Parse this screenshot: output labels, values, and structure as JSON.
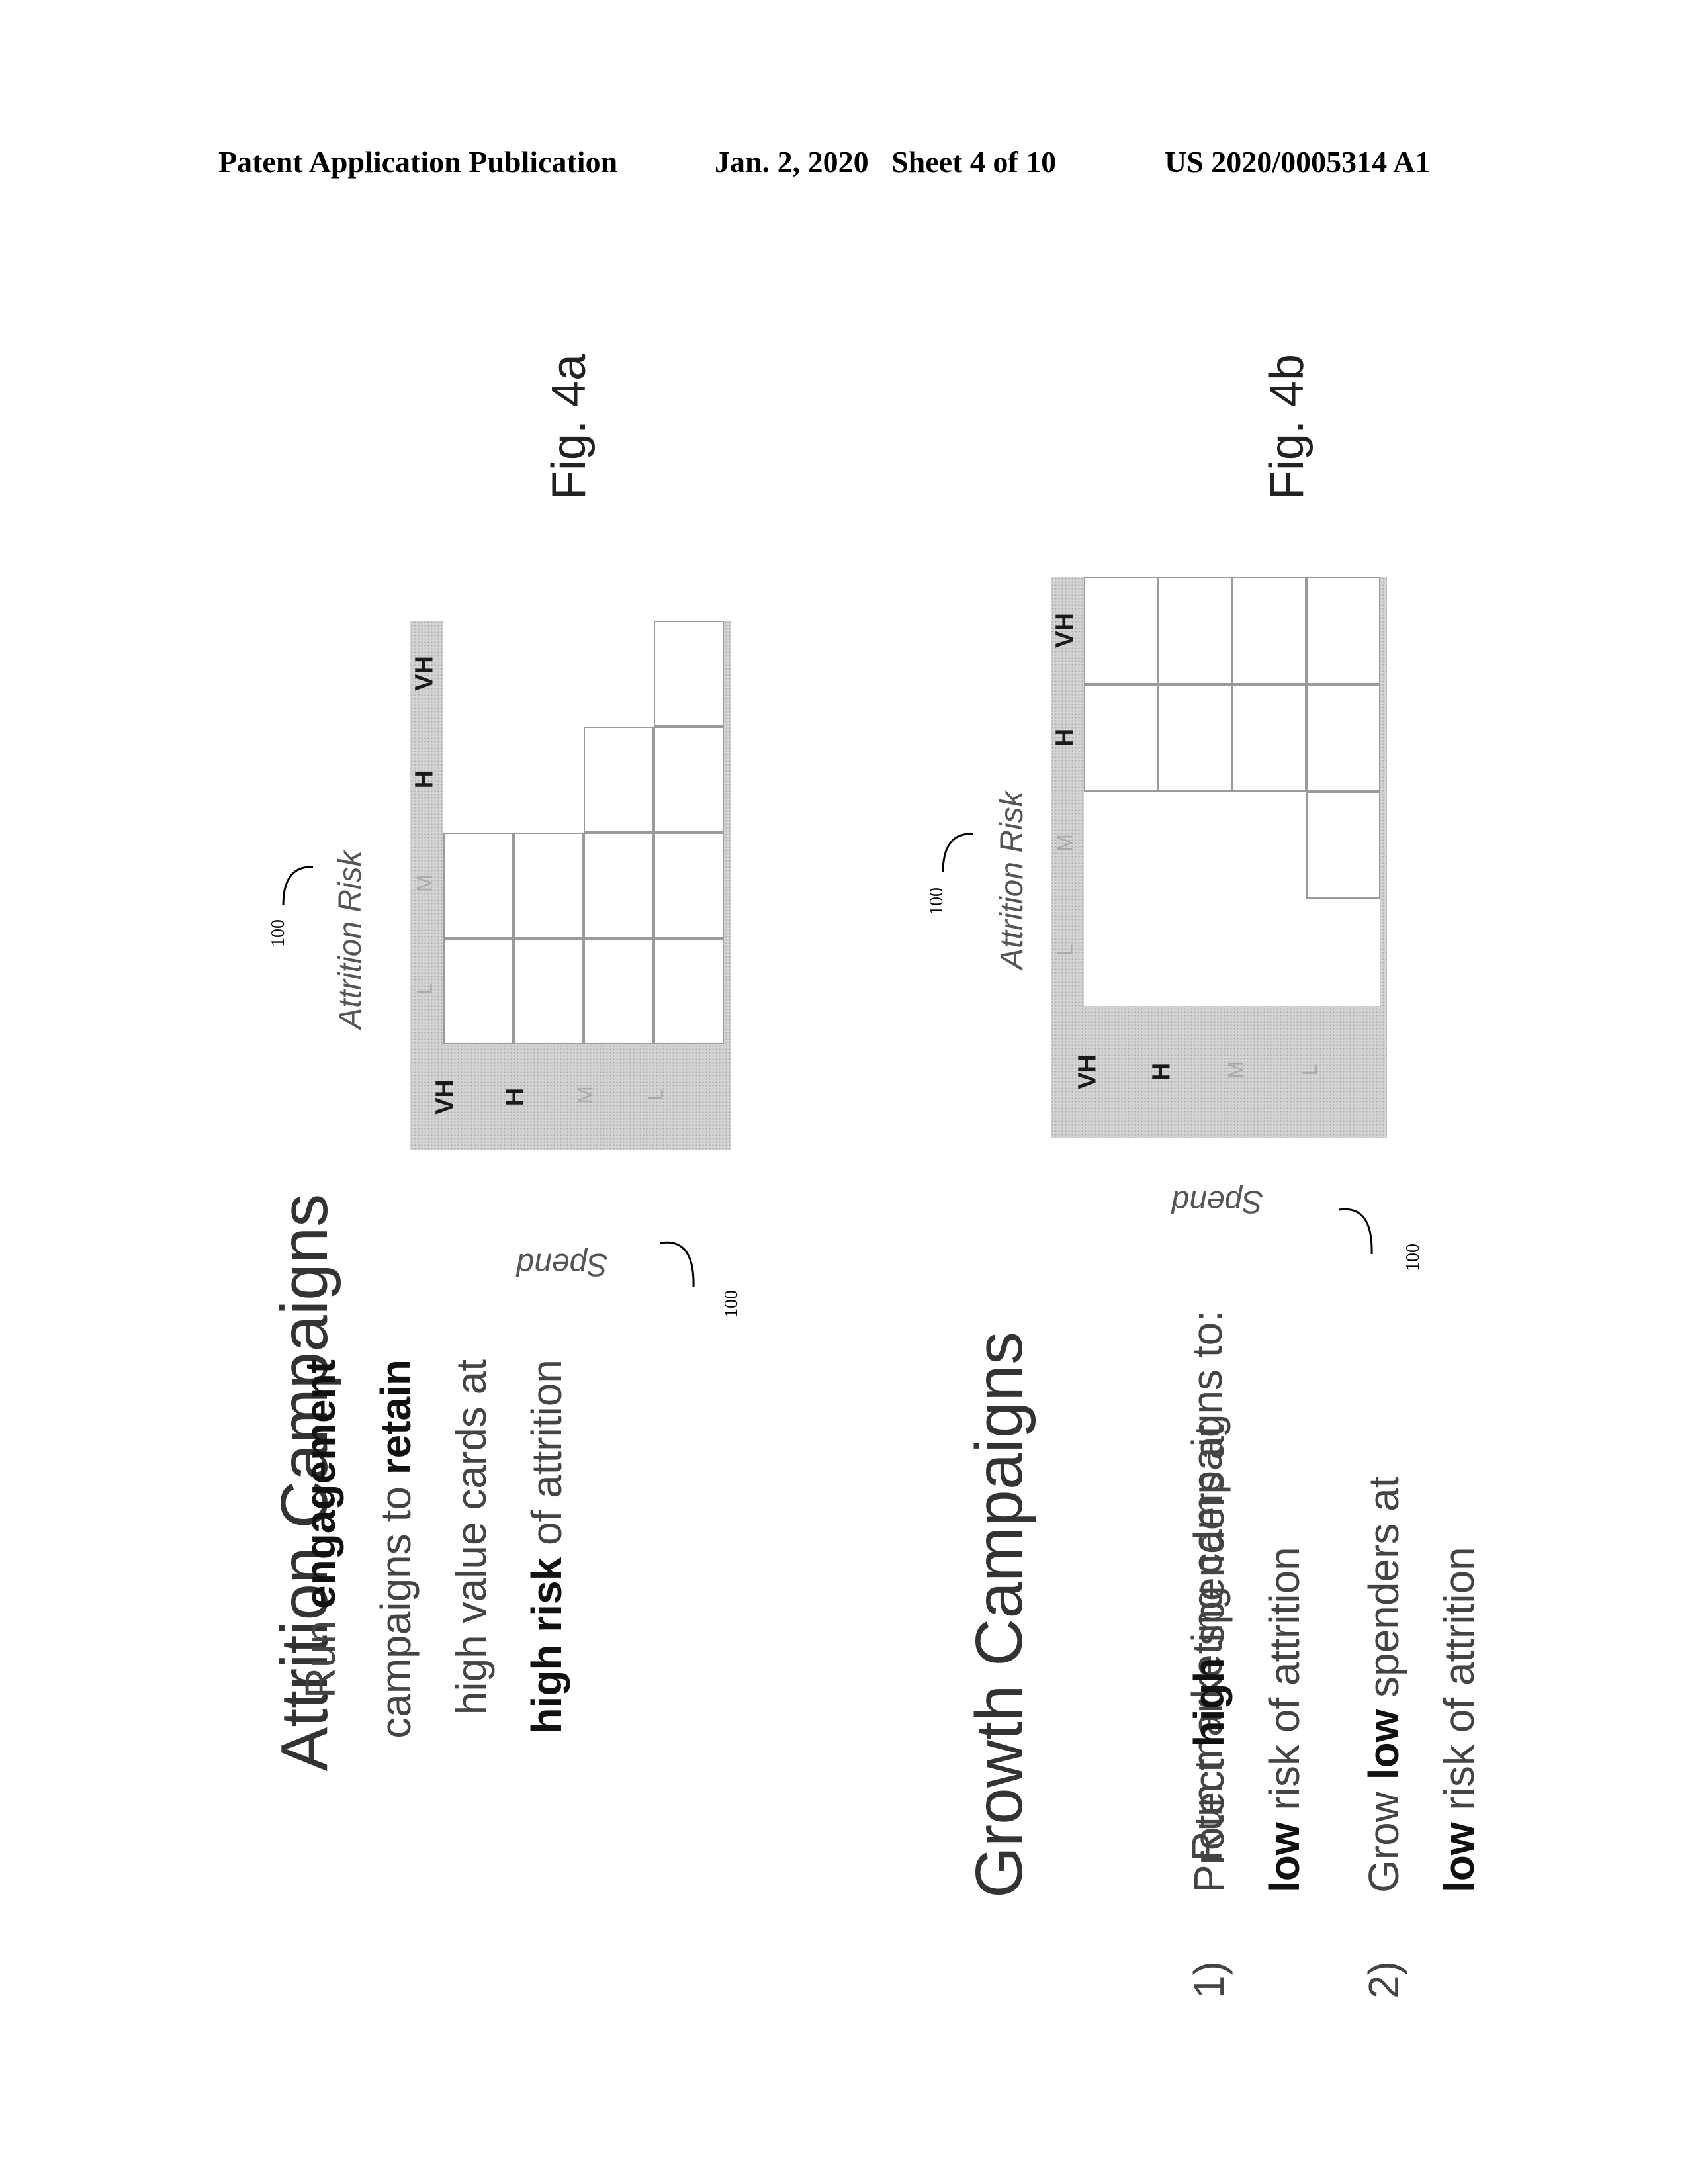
{
  "header": {
    "publication": "Patent Application Publication",
    "date_sheet": "Jan. 2, 2020   Sheet 4 of 10",
    "number": "US 2020/0005314 A1"
  },
  "fig_a": {
    "label": "Fig. 4a",
    "title": "Attrition Campaigns",
    "body_lines": [
      [
        {
          "t": "Run "
        },
        {
          "t": "engagement",
          "b": true
        }
      ],
      [
        {
          "t": "campaigns to "
        },
        {
          "t": "retain",
          "b": true
        }
      ],
      [
        {
          "t": "high value cards at"
        }
      ],
      [
        {
          "t": "high risk",
          "b": true
        },
        {
          "t": " of attrition"
        }
      ]
    ],
    "axis_top": "Attrition Risk",
    "axis_side": "Spend",
    "ref_top": "100",
    "ref_side": "100",
    "col_labels": [
      "VH",
      "H",
      "M",
      "L"
    ],
    "row_labels": [
      "VH",
      "H",
      "M",
      "L"
    ],
    "highlight": [
      [
        1,
        1,
        0,
        0
      ],
      [
        1,
        1,
        0,
        0
      ],
      [
        1,
        0,
        0,
        0
      ],
      [
        0,
        0,
        0,
        0
      ]
    ]
  },
  "fig_b": {
    "label": "Fig. 4b",
    "title": "Growth Campaigns",
    "intro": "Run marketing campaigns to:",
    "items": [
      {
        "num": "1)",
        "lines": [
          [
            {
              "t": "Protect "
            },
            {
              "t": "high",
              "b": true
            },
            {
              "t": " spenders at"
            }
          ],
          [
            {
              "t": "low",
              "b": true
            },
            {
              "t": " risk of attrition"
            }
          ]
        ]
      },
      {
        "num": "2)",
        "lines": [
          [
            {
              "t": "Grow "
            },
            {
              "t": "low",
              "b": true
            },
            {
              "t": " spenders at"
            }
          ],
          [
            {
              "t": "low",
              "b": true
            },
            {
              "t": " risk of attrition"
            }
          ]
        ]
      }
    ],
    "axis_top": "Attrition Risk",
    "axis_side": "Spend",
    "ref_top": "100",
    "ref_side": "100",
    "col_labels": [
      "VH",
      "H",
      "M",
      "L"
    ],
    "row_labels": [
      "VH",
      "H",
      "M",
      "L"
    ],
    "highlight": [
      [
        0,
        0,
        1,
        1
      ],
      [
        0,
        0,
        1,
        1
      ],
      [
        0,
        0,
        1,
        1
      ],
      [
        0,
        0,
        0,
        1
      ]
    ]
  }
}
